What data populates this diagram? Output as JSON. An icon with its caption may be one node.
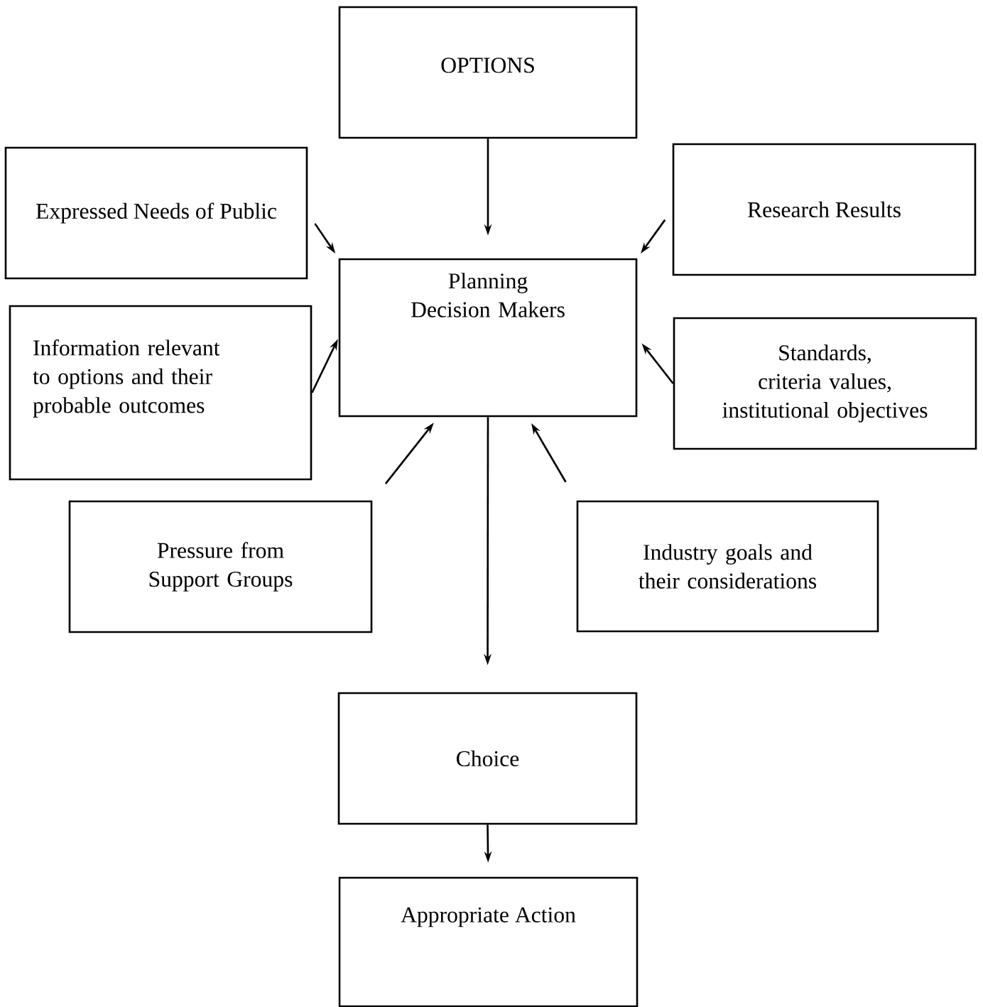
{
  "diagram": {
    "nodes": [
      {
        "text": [
          "OPTIONS"
        ]
      },
      {
        "text": [
          "Expressed Needs of Public"
        ]
      },
      {
        "text": [
          "Research Results"
        ]
      },
      {
        "text": [
          "Planning Decision Makers"
        ]
      },
      {
        "text": [
          "Information relevant to options and their probable outcomes"
        ]
      },
      {
        "text": [
          "Standards, criteria values, institutional objectives"
        ]
      },
      {
        "text": [
          "Pressure from Support Groups"
        ]
      },
      {
        "text": [
          "Industry goals and their considerations"
        ]
      },
      {
        "text": [
          "Choice"
        ]
      },
      {
        "text": [
          "Appropriate Action"
        ]
      }
    ],
    "edges": [
      {
        "from": 0,
        "to": 3,
        "arrow": "to"
      },
      {
        "from": 1,
        "to": 3,
        "arrow": "to"
      },
      {
        "from": 2,
        "to": 3,
        "arrow": "to"
      },
      {
        "from": 4,
        "to": 3,
        "arrow": "to"
      },
      {
        "from": 5,
        "to": 3,
        "arrow": "to"
      },
      {
        "from": 6,
        "to": 3,
        "arrow": "to"
      },
      {
        "from": 7,
        "to": 3,
        "arrow": "to"
      },
      {
        "from": 3,
        "to": 8,
        "arrow": "to"
      },
      {
        "from": 8,
        "to": 9,
        "arrow": "to"
      }
    ]
  }
}
